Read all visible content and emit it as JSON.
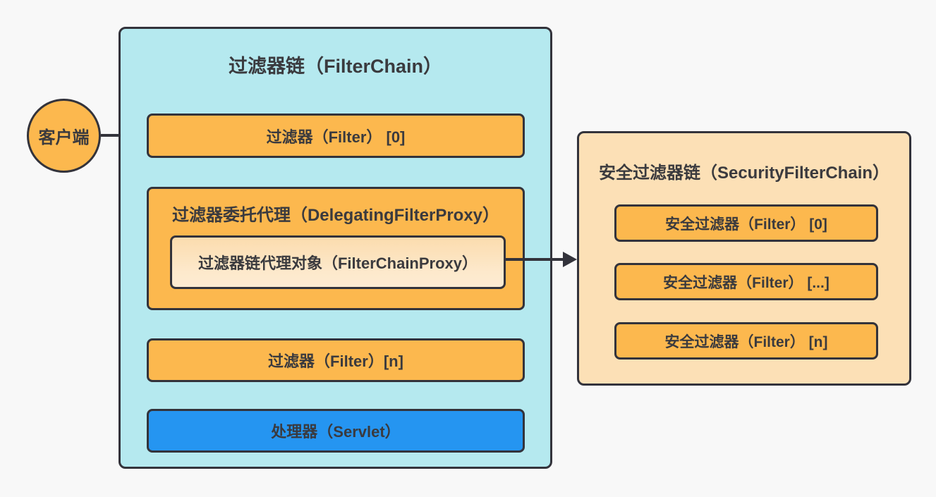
{
  "colors": {
    "background": "#F8F8F8",
    "container_cyan": "#B5E9EF",
    "container_peach": "#FCE0B6",
    "box_orange": "#FCB84E",
    "box_cream_top": "#FBDCAE",
    "box_cream_bottom": "#FDEBD2",
    "box_blue": "#2595F1",
    "border_dark": "#33333B",
    "text": "#3A3A3E"
  },
  "client": {
    "label": "客户端"
  },
  "filter_chain": {
    "title": "过滤器链（FilterChain）",
    "filter_0": "过滤器（Filter） [0]",
    "delegating_proxy_title": "过滤器委托代理（DelegatingFilterProxy）",
    "filter_chain_proxy": "过滤器链代理对象（FilterChainProxy）",
    "filter_n": "过滤器（Filter）[n]",
    "servlet": "处理器（Servlet）"
  },
  "security_filter_chain": {
    "title": "安全过滤器链（SecurityFilterChain）",
    "filters": [
      "安全过滤器（Filter） [0]",
      "安全过滤器（Filter） [...]",
      "安全过滤器（Filter） [n]"
    ]
  }
}
